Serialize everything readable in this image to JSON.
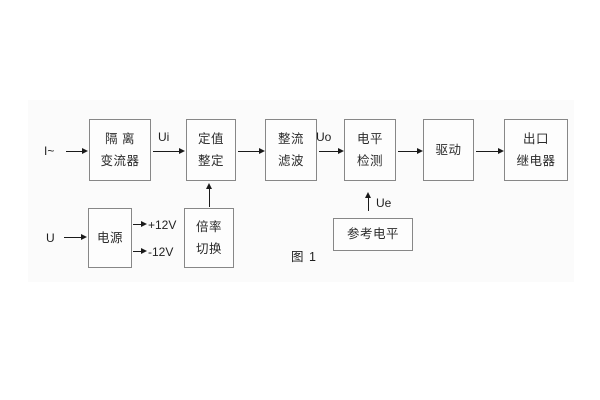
{
  "figure": {
    "caption": "图 1"
  },
  "colors": {
    "line": "#1a1a1a",
    "box_border": "#878787",
    "text": "#2b2b2b",
    "panel_bg": "#fbfbfb"
  },
  "inputs": {
    "current": "I~",
    "voltage": "U"
  },
  "signals": {
    "ui": "Ui",
    "uo": "Uo",
    "ue": "Ue"
  },
  "power_rails": {
    "positive": "+12V",
    "negative": "-12V"
  },
  "blocks": [
    {
      "id": "isolation-transformer",
      "lines": [
        "隔 离",
        "变流器"
      ]
    },
    {
      "id": "setting-adjust",
      "lines": [
        "定值",
        "整定"
      ]
    },
    {
      "id": "rectify-filter",
      "lines": [
        "整流",
        "滤波"
      ]
    },
    {
      "id": "level-detect",
      "lines": [
        "电平",
        "检测"
      ]
    },
    {
      "id": "drive",
      "lines": [
        "驱动"
      ]
    },
    {
      "id": "output-relay",
      "lines": [
        "出口",
        "继电器"
      ]
    },
    {
      "id": "power-supply",
      "lines": [
        "电源"
      ]
    },
    {
      "id": "ratio-switch",
      "lines": [
        "倍率",
        "切换"
      ]
    },
    {
      "id": "reference-level",
      "lines": [
        "参考电平"
      ]
    }
  ]
}
